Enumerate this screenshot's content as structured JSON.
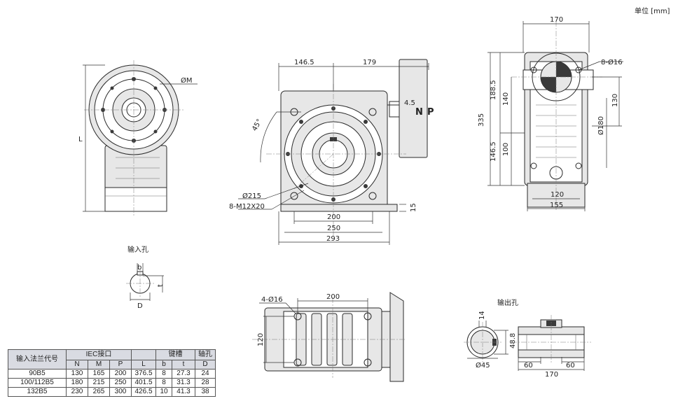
{
  "unit_label": "单位 [mm]",
  "captions": {
    "input_hole": "输入孔",
    "output_hole": "输出孔"
  },
  "dims": {
    "d170_top": "170",
    "phiM": "ØM",
    "L": "L",
    "d146_5": "146.5",
    "d179": "179",
    "d4_5": "4.5",
    "N": "N",
    "P": "P",
    "d45deg": "45°",
    "phi215": "Ø215",
    "m12": "8-M12X20",
    "d15": "15",
    "d200": "200",
    "d250": "250",
    "d293": "293",
    "phi16_8": "8-Ø16",
    "d188_5": "188.5",
    "d140": "140",
    "d335": "335",
    "d146_5b": "146.5",
    "d100": "100",
    "d130": "130",
    "phi180": "Ø180",
    "d120": "120",
    "d155": "155",
    "b": "b",
    "t_in": "t",
    "D": "D",
    "phi16_4": "4-Ø16",
    "d200b": "200",
    "d120b": "120",
    "d14": "14",
    "d48_8": "48.8",
    "phi45": "Ø45",
    "d60a": "60",
    "d60b": "60",
    "d170b": "170"
  },
  "table": {
    "h_code": "输入法兰代号",
    "h_iec": "IEC接口",
    "h_key": "键槽",
    "h_shaft": "轴孔",
    "cols": [
      "N",
      "M",
      "P",
      "L",
      "b",
      "t",
      "D"
    ],
    "rows": [
      [
        "90B5",
        "130",
        "165",
        "200",
        "376.5",
        "8",
        "27.3",
        "24"
      ],
      [
        "100/112B5",
        "180",
        "215",
        "250",
        "401.5",
        "8",
        "31.3",
        "28"
      ],
      [
        "132B5",
        "230",
        "265",
        "300",
        "426.5",
        "10",
        "41.3",
        "38"
      ]
    ]
  }
}
